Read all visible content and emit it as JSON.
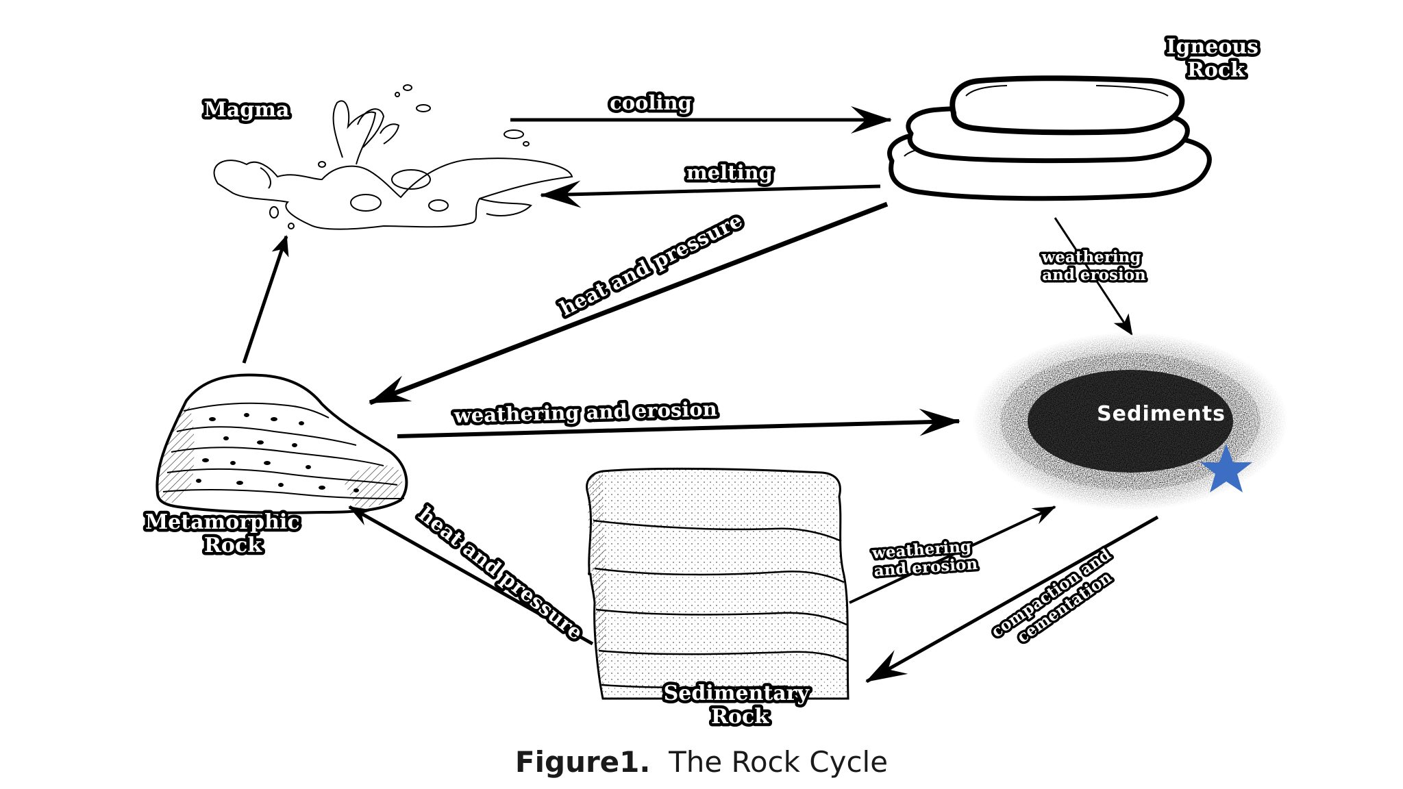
{
  "nodes": {
    "magma": "Magma",
    "igneous": [
      "Igneous",
      "Rock"
    ],
    "sediments": "Sediments",
    "metamorphic": [
      "Metamorphic",
      "Rock"
    ],
    "sedimentary": [
      "Sedimentary",
      "Rock"
    ]
  },
  "edges": {
    "cooling": "cooling",
    "melting": "melting",
    "heat_pressure_top": "heat and pressure",
    "weathering_igneous": [
      "weathering",
      "and erosion"
    ],
    "weathering_metamorphic": "weathering and erosion",
    "weathering_sedimentary": [
      "weathering",
      "and erosion"
    ],
    "compaction": [
      "compaction and",
      "cementation"
    ],
    "heat_pressure_bottom": "heat and pressure"
  },
  "marker": {
    "name": "star-icon",
    "color": "#3c6fc4"
  },
  "caption": {
    "figure": "Figure1.",
    "title": "The Rock Cycle"
  }
}
